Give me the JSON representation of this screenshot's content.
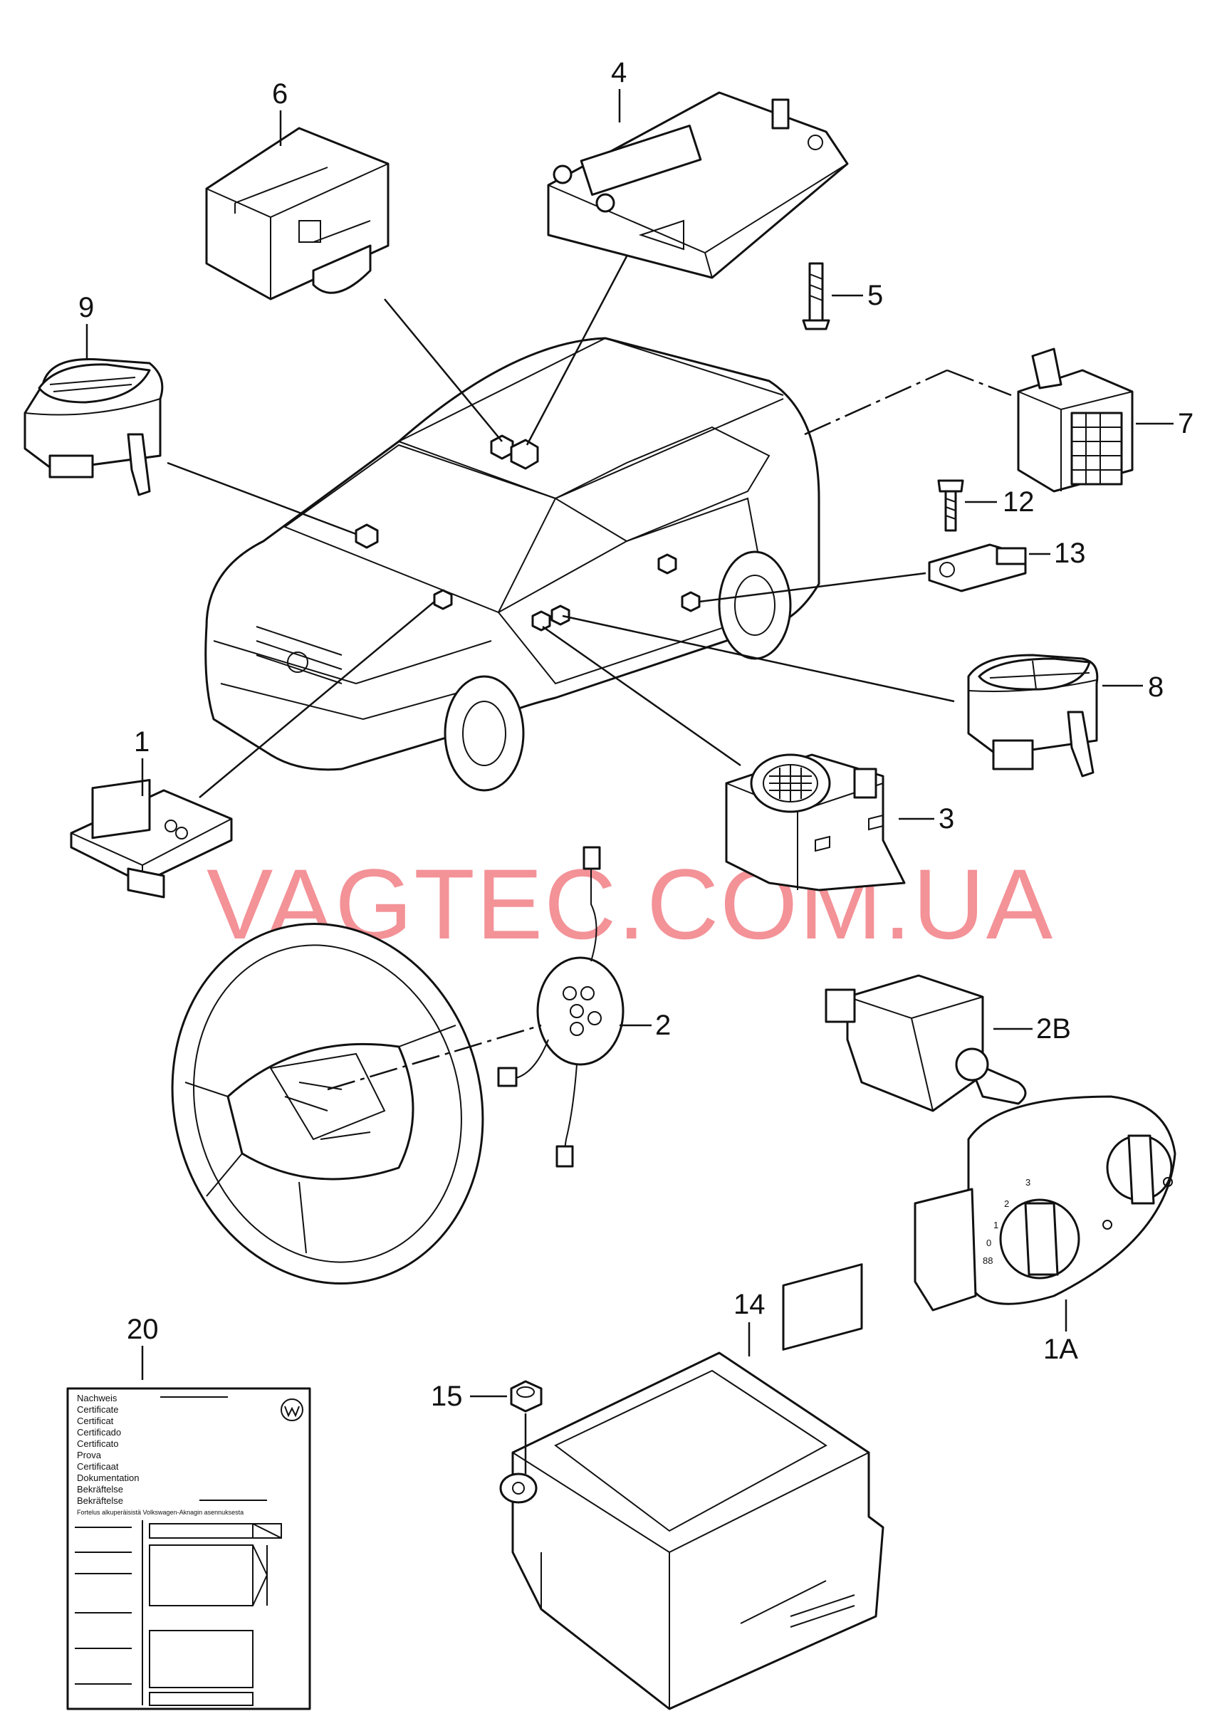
{
  "watermark": "VAGTEC.COM.UA",
  "parts": {
    "p1": "1",
    "p1A": "1A",
    "p2": "2",
    "p2B": "2B",
    "p3": "3",
    "p4": "4",
    "p5": "5",
    "p6": "6",
    "p7": "7",
    "p8": "8",
    "p9": "9",
    "p12": "12",
    "p13": "13",
    "p14": "14",
    "p15": "15",
    "p20": "20"
  },
  "certificate": {
    "lines": [
      "Nachweis",
      "Certificate",
      "Certificat",
      "Certificado",
      "Certificato",
      "Prova",
      "Certificaat",
      "Dokumentation",
      "Bekräftelse",
      "Bekräftelse"
    ],
    "footer": "Fortelus alkuperäisistä Volkswagen-Aknagin asennuksesta"
  },
  "switch_marks": {
    "m3": "3",
    "m2": "2",
    "m1": "1",
    "m0": "0",
    "m88": "88"
  }
}
